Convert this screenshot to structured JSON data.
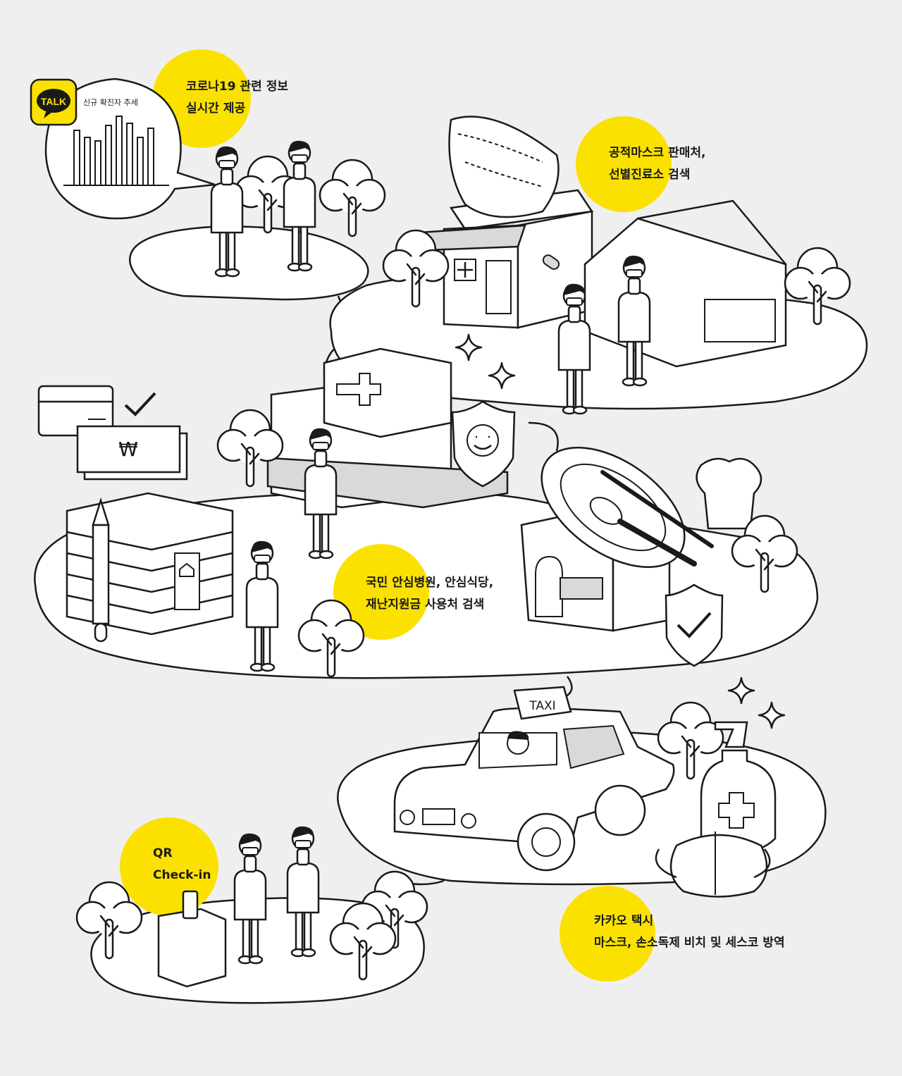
{
  "talk_bubble": {
    "logo_text": "TALK",
    "chart_title": "신규 확진자 추세"
  },
  "captions": {
    "covid_info": {
      "line1": "코로나19 관련 정보",
      "line2": "실시간 제공"
    },
    "mask_search": {
      "line1": "공적마스크 판매처,",
      "line2": "선별진료소 검색"
    },
    "safe_places": {
      "line1": "국민 안심병원, 안심식당,",
      "line2": "재난지원금 사용처 검색"
    },
    "qr_checkin": {
      "line1": "QR",
      "line2": "Check-in"
    },
    "taxi": {
      "line1": "카카오 택시",
      "line2": "마스크, 손소독제 비치 및 세스코 방역"
    }
  },
  "taxi_sign": "TAXI",
  "won_symbol": "₩",
  "colors": {
    "background": "#efefef",
    "accent_yellow": "#fae100",
    "line": "#1a1a1a",
    "fill_white": "#ffffff",
    "fill_gray": "#d9d9d9"
  }
}
